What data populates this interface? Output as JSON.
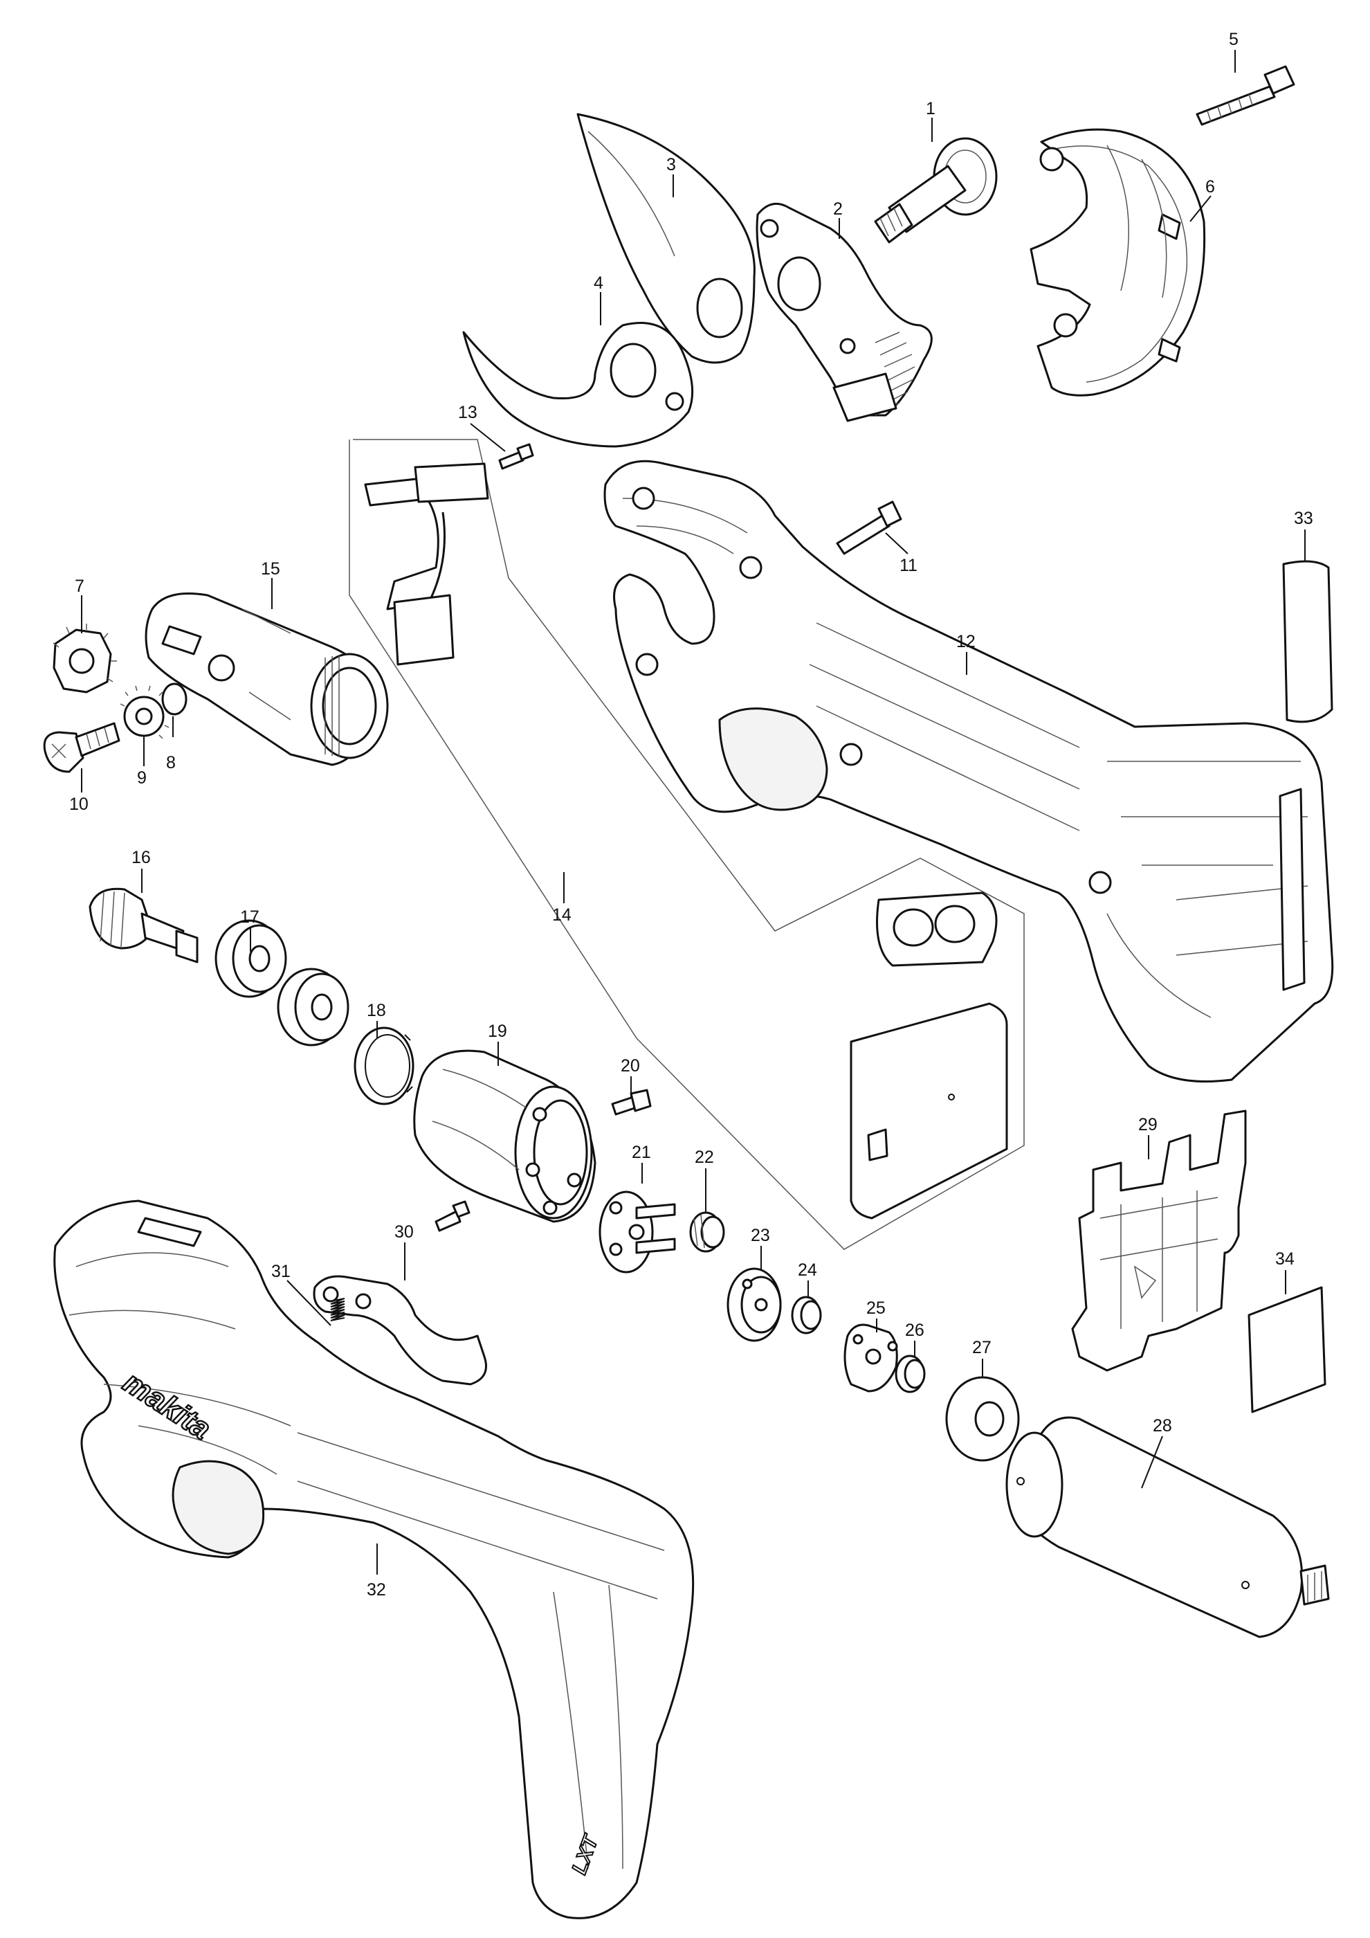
{
  "diagram": {
    "callouts": [
      {
        "id": "p1",
        "text": "1"
      },
      {
        "id": "p2",
        "text": "2"
      },
      {
        "id": "p3",
        "text": "3"
      },
      {
        "id": "p4",
        "text": "4"
      },
      {
        "id": "p5",
        "text": "5"
      },
      {
        "id": "p6",
        "text": "6"
      },
      {
        "id": "p7",
        "text": "7"
      },
      {
        "id": "p8",
        "text": "8"
      },
      {
        "id": "p9",
        "text": "9"
      },
      {
        "id": "p10",
        "text": "10"
      },
      {
        "id": "p11",
        "text": "11"
      },
      {
        "id": "p12",
        "text": "12"
      },
      {
        "id": "p13",
        "text": "13"
      },
      {
        "id": "p14",
        "text": "14"
      },
      {
        "id": "p15",
        "text": "15"
      },
      {
        "id": "p16",
        "text": "16"
      },
      {
        "id": "p17",
        "text": "17"
      },
      {
        "id": "p18",
        "text": "18"
      },
      {
        "id": "p19",
        "text": "19"
      },
      {
        "id": "p20",
        "text": "20"
      },
      {
        "id": "p21",
        "text": "21"
      },
      {
        "id": "p22",
        "text": "22"
      },
      {
        "id": "p23",
        "text": "23"
      },
      {
        "id": "p24",
        "text": "24"
      },
      {
        "id": "p25",
        "text": "25"
      },
      {
        "id": "p26",
        "text": "26"
      },
      {
        "id": "p27",
        "text": "27"
      },
      {
        "id": "p28",
        "text": "28"
      },
      {
        "id": "p29",
        "text": "29"
      },
      {
        "id": "p30",
        "text": "30"
      },
      {
        "id": "p31",
        "text": "31"
      },
      {
        "id": "p32",
        "text": "32"
      },
      {
        "id": "p33",
        "text": "33"
      },
      {
        "id": "p34",
        "text": "34"
      }
    ],
    "housing_brand": "makita",
    "housing_mark": "LXT"
  }
}
